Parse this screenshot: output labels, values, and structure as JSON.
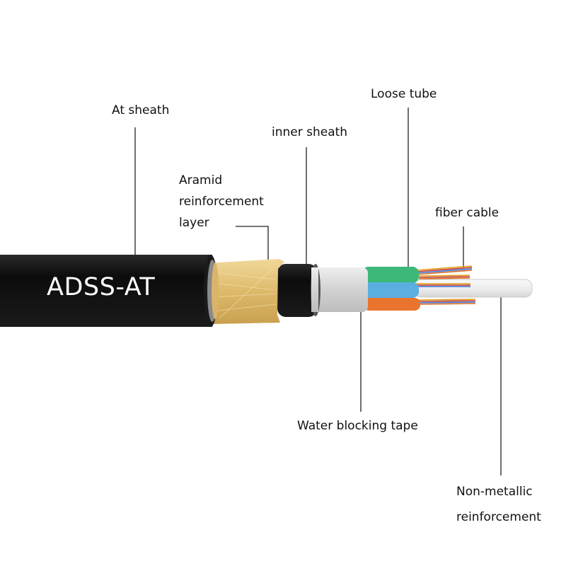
{
  "cable_name": "ADSS-AT",
  "labels": {
    "at_sheath": "At sheath",
    "inner_sheath": "inner sheath",
    "aramid": [
      "Aramid",
      "reinforcement",
      "layer"
    ],
    "loose_tube": "Loose tube",
    "fiber_cable": "fiber cable",
    "water_blocking_tape": "Water blocking tape",
    "non_metallic": [
      "Non-metallic",
      "reinforcement"
    ]
  },
  "colors": {
    "sheath": "#111111",
    "aramid": "#e2c27a",
    "tape": "#d8d8d8",
    "tube_green": "#3cb878",
    "tube_blue": "#5aaee0",
    "tube_orange": "#e8742e",
    "rod": "#f2f2f2"
  }
}
